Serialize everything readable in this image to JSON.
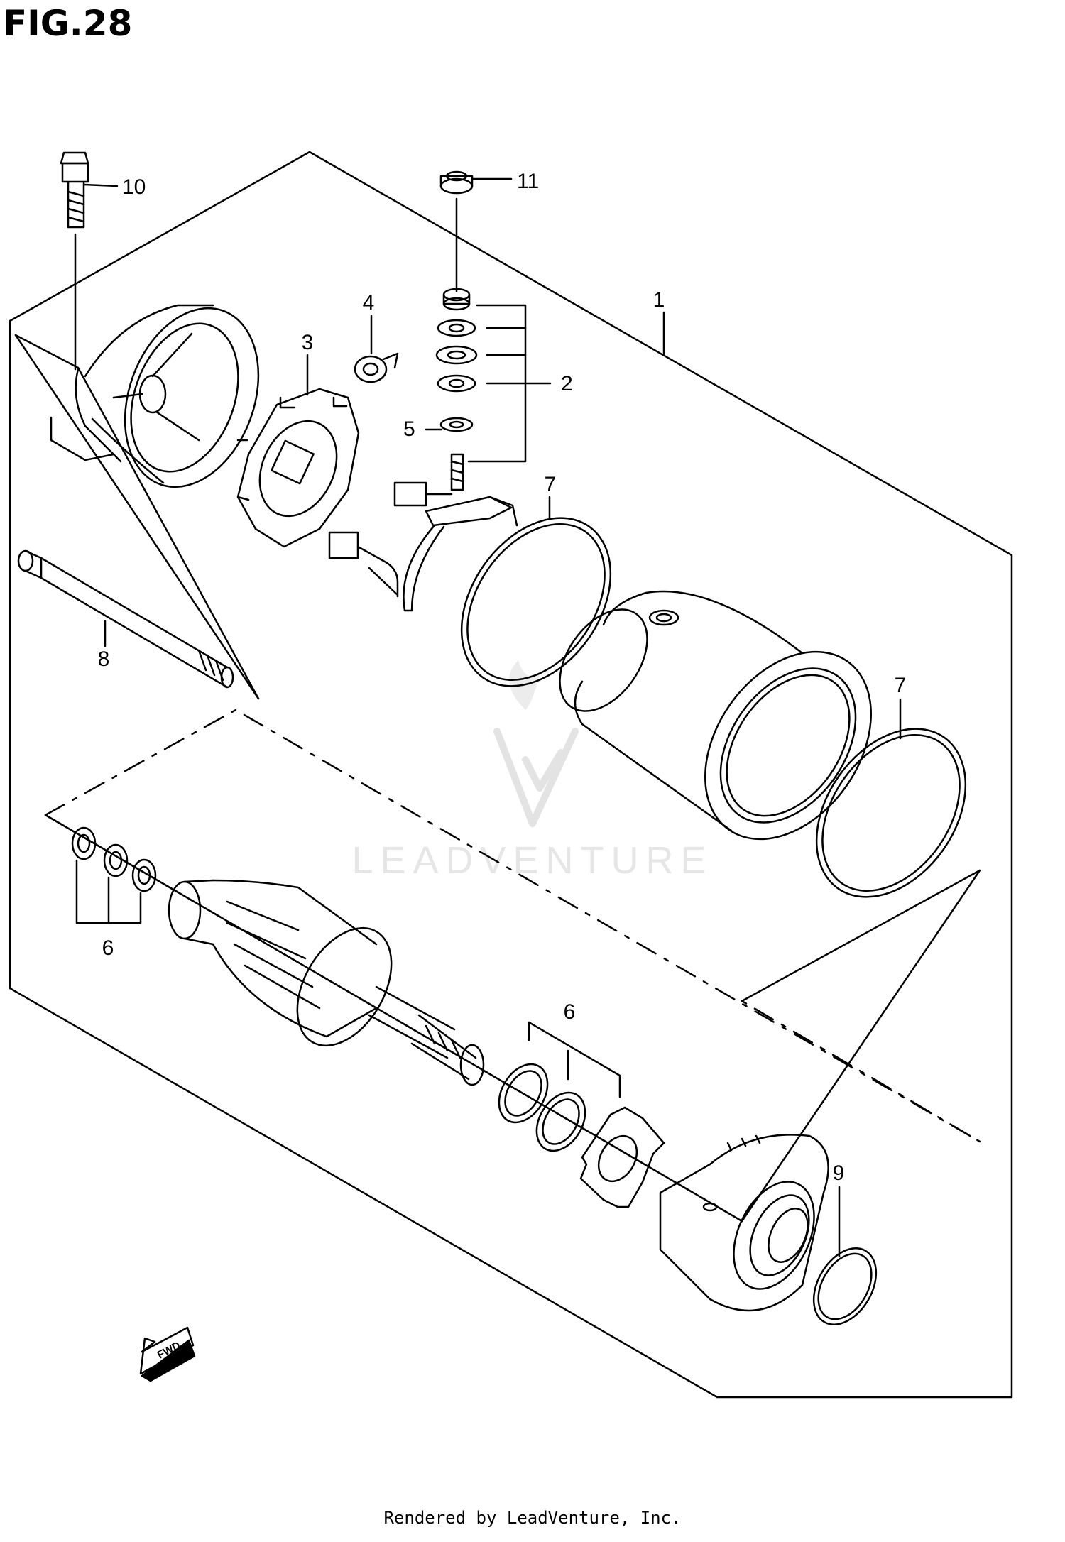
{
  "figure": {
    "title": "FIG.28"
  },
  "callouts": {
    "c1": "1",
    "c2": "2",
    "c3": "3",
    "c4": "4",
    "c5": "5",
    "c6a": "6",
    "c6b": "6",
    "c7a": "7",
    "c7b": "7",
    "c8": "8",
    "c9": "9",
    "c10": "10",
    "c11": "11"
  },
  "direction_badge": "FWD",
  "watermark": {
    "brand": "LEADVENTURE"
  },
  "footer": {
    "rendered_by": "Rendered by LeadVenture, Inc."
  }
}
